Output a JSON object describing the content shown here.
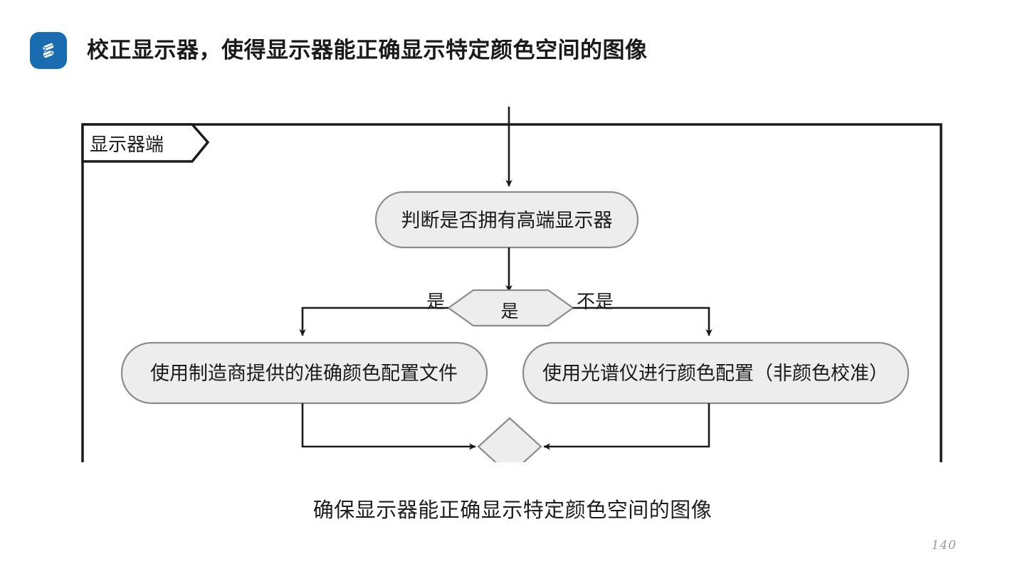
{
  "header": {
    "icon_name": "brand-s-logo-icon",
    "icon_color": "#1a6cb0",
    "title": "校正显示器，使得显示器能正确显示特定颜色空间的图像"
  },
  "diagram": {
    "type": "flowchart",
    "frame_label": "显示器端",
    "node_fill": "#ededed",
    "node_stroke": "#8c8c8c",
    "line_color": "#262626",
    "nodes": [
      {
        "id": "check",
        "shape": "rounded-rect",
        "label": "判断是否拥有高端显示器"
      },
      {
        "id": "decision",
        "shape": "hexagon",
        "label": "是"
      },
      {
        "id": "left_action",
        "shape": "rounded-rect",
        "label": "使用制造商提供的准确颜色配置文件"
      },
      {
        "id": "right_action",
        "shape": "rounded-rect",
        "label": "使用光谱仪进行颜色配置（非颜色校准）"
      },
      {
        "id": "merge",
        "shape": "diamond",
        "label": ""
      }
    ],
    "edge_labels": {
      "left_branch": "是",
      "right_branch": "不是"
    }
  },
  "caption": "确保显示器能正确显示特定颜色空间的图像",
  "page_number": "140"
}
